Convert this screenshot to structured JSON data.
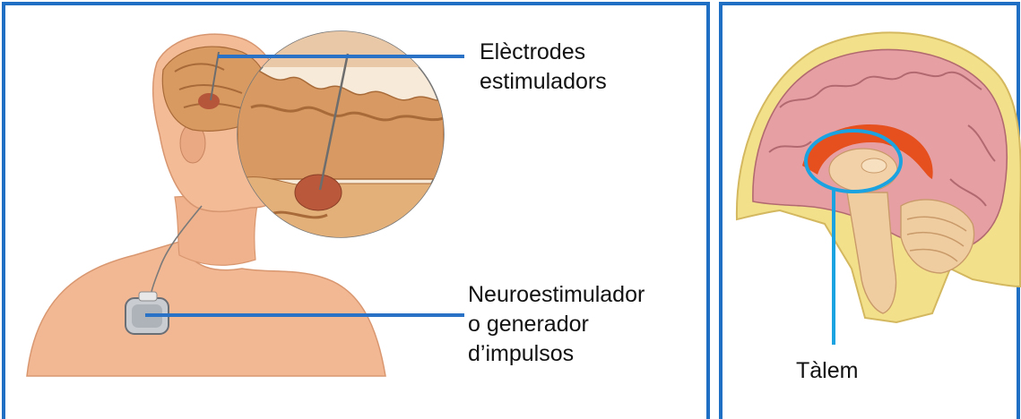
{
  "labels": {
    "electrodes": "Elèctrodes\nestimuladors",
    "neurostimulator": "Neuroestimulador\no generador\nd’impulsos",
    "thalamus": "Tàlem"
  },
  "colors": {
    "panel_border": "#1f6fc4",
    "leader_left": "#2a72c6",
    "leader_right": "#1aa3e0",
    "skin": "#f0b48e",
    "brain_tan": "#d9a06a",
    "brain_pink": "#e8a0a6",
    "thalamus_highlight": "#e5501e"
  },
  "icons": [
    "implanted-neurostimulator-illustration",
    "brain-sagittal-section-illustration"
  ]
}
